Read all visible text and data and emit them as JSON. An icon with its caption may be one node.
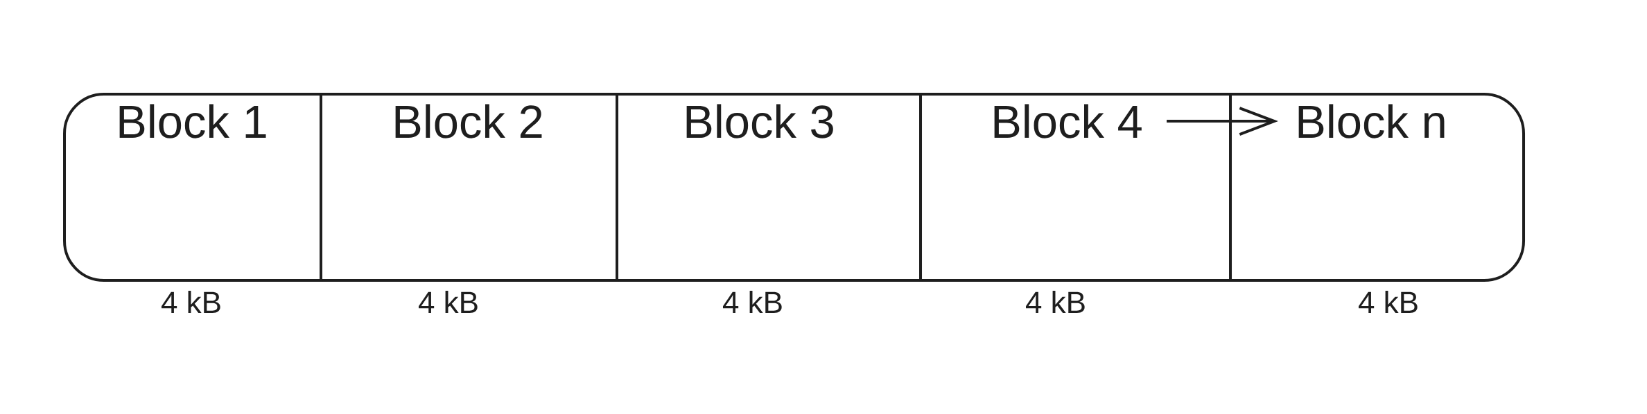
{
  "diagram": {
    "nodes": [
      {
        "text": [],
        "shape": "box"
      },
      {
        "text": [
          "Block 1"
        ],
        "in": 0
      },
      {
        "text": [
          "Block 2"
        ],
        "in": 0
      },
      {
        "text": [
          "Block 3"
        ],
        "in": 0
      },
      {
        "text": [
          "Block 4"
        ],
        "in": 0
      },
      {
        "text": [
          "Block n"
        ],
        "in": 0
      }
    ],
    "edges": [
      {
        "from": 4,
        "to": 5,
        "arrow": "to"
      }
    ],
    "labels": [
      "4 kB",
      "4 kB",
      "4 kB",
      "4 kB",
      "4 kB"
    ]
  }
}
